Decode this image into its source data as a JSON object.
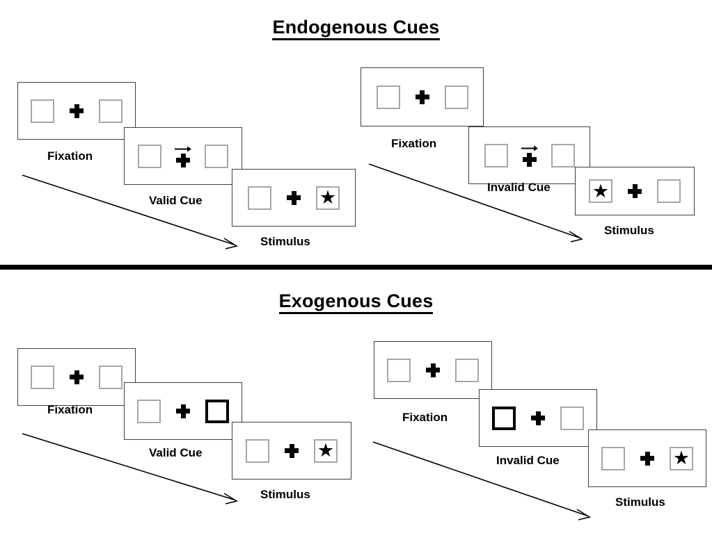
{
  "sections": [
    {
      "title": "Endogenous Cues",
      "sequences": [
        {
          "condition": "valid",
          "frames": [
            {
              "label": "Fixation",
              "cue": "none",
              "target": "none",
              "highlight": "none"
            },
            {
              "label": "Valid Cue",
              "cue": "arrow-right",
              "target": "none",
              "highlight": "none"
            },
            {
              "label": "Stimulus",
              "cue": "none",
              "target": "right",
              "highlight": "none"
            }
          ]
        },
        {
          "condition": "invalid",
          "frames": [
            {
              "label": "Fixation",
              "cue": "none",
              "target": "none",
              "highlight": "none"
            },
            {
              "label": "Invalid Cue",
              "cue": "arrow-right",
              "target": "none",
              "highlight": "none"
            },
            {
              "label": "Stimulus",
              "cue": "none",
              "target": "left",
              "highlight": "none"
            }
          ]
        }
      ]
    },
    {
      "title": "Exogenous Cues",
      "sequences": [
        {
          "condition": "valid",
          "frames": [
            {
              "label": "Fixation",
              "cue": "none",
              "target": "none",
              "highlight": "none"
            },
            {
              "label": "Valid Cue",
              "cue": "none",
              "target": "none",
              "highlight": "right"
            },
            {
              "label": "Stimulus",
              "cue": "none",
              "target": "right",
              "highlight": "none"
            }
          ]
        },
        {
          "condition": "invalid",
          "frames": [
            {
              "label": "Fixation",
              "cue": "none",
              "target": "none",
              "highlight": "none"
            },
            {
              "label": "Invalid Cue",
              "cue": "none",
              "target": "none",
              "highlight": "left"
            },
            {
              "label": "Stimulus",
              "cue": "none",
              "target": "right",
              "highlight": "none"
            }
          ]
        }
      ]
    }
  ],
  "symbols": {
    "target_glyph": "★",
    "fixation_glyph": "+",
    "cue_arrow_glyph": "→"
  },
  "colors": {
    "frame_border": "#3d3d3d",
    "box_border": "#a6a6a6",
    "cued_box_border": "#000000",
    "ink": "#000000",
    "background": "#ffffff",
    "divider": "#000000"
  },
  "titles": {
    "top": "Endogenous Cues",
    "bottom": "Exogenous Cues"
  }
}
